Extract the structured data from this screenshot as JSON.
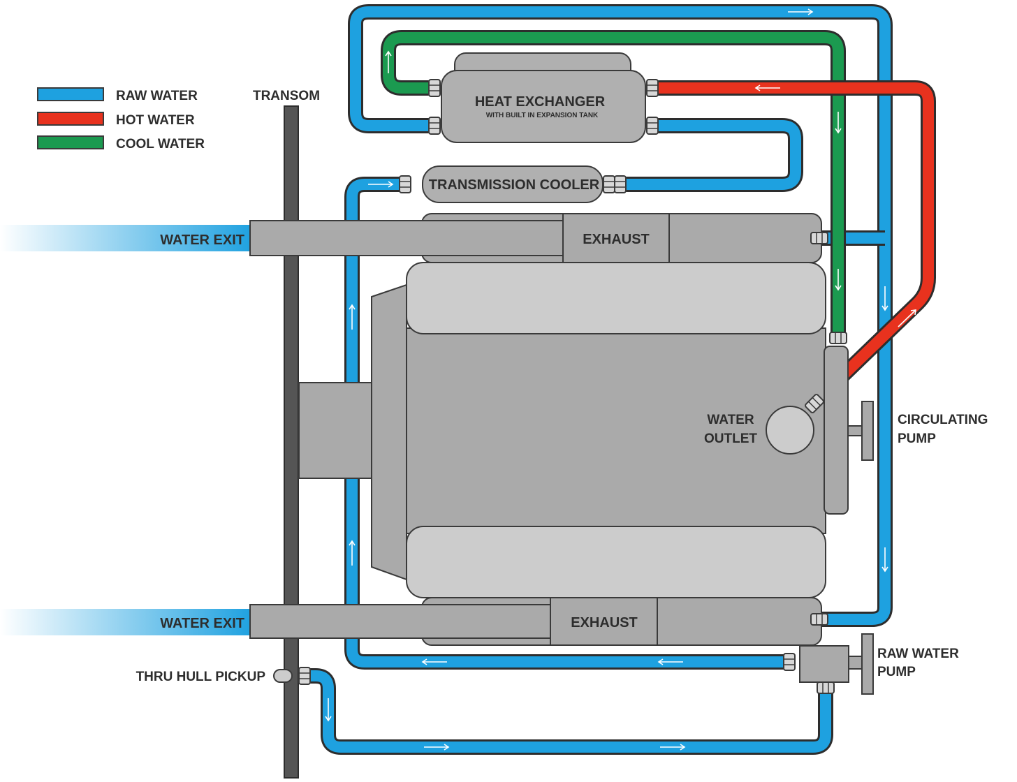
{
  "legend": {
    "raw_water": "RAW WATER",
    "hot_water": "HOT WATER",
    "cool_water": "COOL WATER"
  },
  "colors": {
    "raw_water": "#1ea1e0",
    "hot_water": "#e8321e",
    "cool_water": "#1b9a50",
    "engine_gray": "#aaaaaa",
    "engine_light": "#cccccc",
    "outline": "#3a3a3a"
  },
  "labels": {
    "transom": "TRANSOM",
    "heat_exchanger": "HEAT EXCHANGER",
    "heat_exchanger_sub": "WITH BUILT IN EXPANSION TANK",
    "transmission_cooler": "TRANSMISSION COOLER",
    "exhaust_top": "EXHAUST",
    "exhaust_bottom": "EXHAUST",
    "water_exit_top": "WATER EXIT",
    "water_exit_bottom": "WATER EXIT",
    "water_outlet_line1": "WATER",
    "water_outlet_line2": "OUTLET",
    "circulating_pump_line1": "CIRCULATING",
    "circulating_pump_line2": "PUMP",
    "raw_water_pump_line1": "RAW WATER",
    "raw_water_pump_line2": "PUMP",
    "thru_hull_pickup": "THRU HULL PICKUP"
  }
}
